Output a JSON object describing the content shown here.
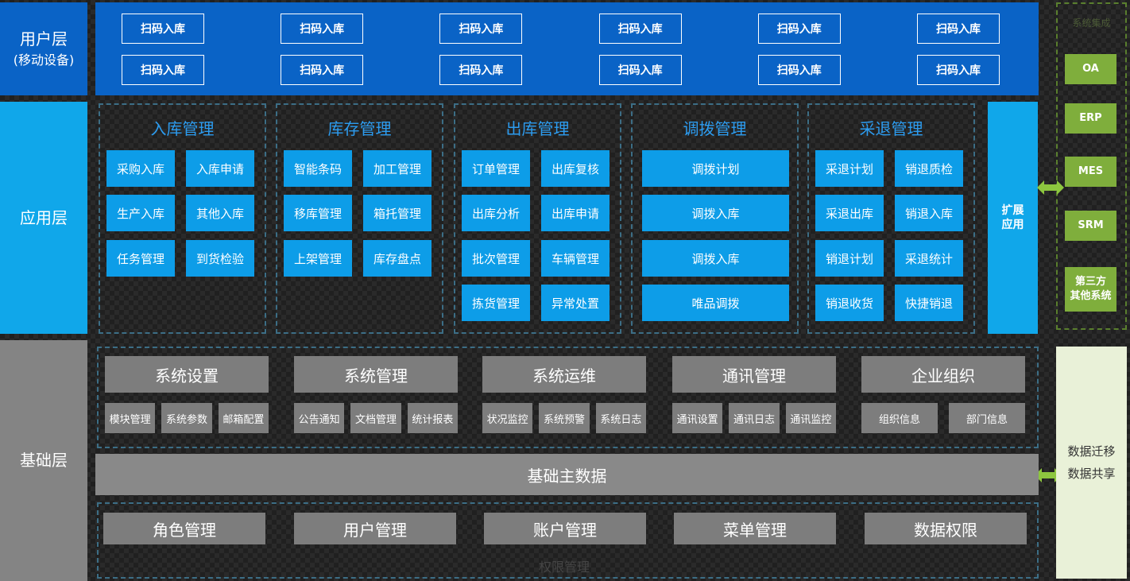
{
  "layers": {
    "user": "用户层",
    "user_sub": "(移动设备)",
    "app": "应用层",
    "base": "基础层"
  },
  "user_layer": {
    "buttons": [
      "扫码入库",
      "扫码入库",
      "扫码入库",
      "扫码入库",
      "扫码入库",
      "扫码入库",
      "扫码入库",
      "扫码入库",
      "扫码入库",
      "扫码入库",
      "扫码入库",
      "扫码入库"
    ]
  },
  "app_layer": {
    "modules": [
      {
        "title": "入库管理",
        "items": [
          "采购入库",
          "入库申请",
          "生产入库",
          "其他入库",
          "任务管理",
          "到货检验"
        ]
      },
      {
        "title": "库存管理",
        "items": [
          "智能条码",
          "加工管理",
          "移库管理",
          "箱托管理",
          "上架管理",
          "库存盘点"
        ]
      },
      {
        "title": "出库管理",
        "items": [
          "订单管理",
          "出库复核",
          "出库分析",
          "出库申请",
          "批次管理",
          "车辆管理",
          "拣货管理",
          "异常处置"
        ]
      },
      {
        "title": "调拨管理",
        "items": [
          "调拨计划",
          "调拨入库",
          "调拨入库",
          "唯品调拨"
        ]
      },
      {
        "title": "采退管理",
        "items": [
          "采退计划",
          "销退质检",
          "采退出库",
          "销退入库",
          "销退计划",
          "采退统计",
          "销退收货",
          "快捷销退"
        ]
      }
    ],
    "extension_line1": "扩展",
    "extension_line2": "应用"
  },
  "system_integration": {
    "title": "系统集成",
    "items": [
      "OA",
      "ERP",
      "MES",
      "SRM"
    ],
    "other_line1": "第三方",
    "other_line2": "其他系统"
  },
  "base_layer": {
    "groups": [
      {
        "title": "系统设置",
        "items": [
          "模块管理",
          "系统参数",
          "邮箱配置"
        ]
      },
      {
        "title": "系统管理",
        "items": [
          "公告通知",
          "文档管理",
          "统计报表"
        ]
      },
      {
        "title": "系统运维",
        "items": [
          "状况监控",
          "系统预警",
          "系统日志"
        ]
      },
      {
        "title": "通讯管理",
        "items": [
          "通讯设置",
          "通讯日志",
          "通讯监控"
        ]
      },
      {
        "title": "企业组织",
        "items": [
          "组织信息",
          "部门信息"
        ]
      }
    ],
    "master_data": "基础主数据",
    "permissions": [
      "角色管理",
      "用户管理",
      "账户管理",
      "菜单管理",
      "数据权限"
    ],
    "permissions_title": "权限管理"
  },
  "data_panel": {
    "line1": "数据迁移",
    "line2": "数据共享"
  },
  "colors": {
    "user_blue": "#0a63c6",
    "app_blue": "#0d9de8",
    "module_title_blue": "#2c9cf0",
    "gray": "#7d7d7d",
    "integration_green": "#7fae3c",
    "arrow_green": "#8dc63f"
  }
}
